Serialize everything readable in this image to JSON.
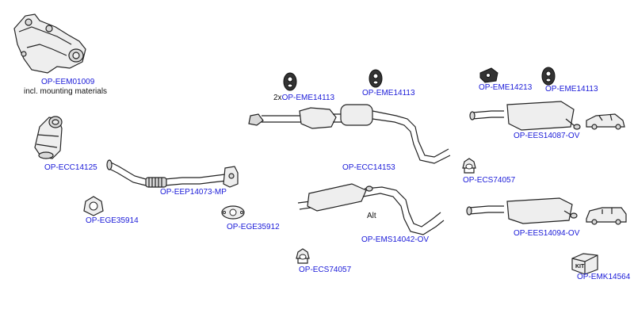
{
  "colors": {
    "code_link": "#1a1ad8",
    "text": "#111111",
    "line": "#222222"
  },
  "parts": {
    "manifold": {
      "code": "OP-EEM01009",
      "note": "incl. mounting materials",
      "icon": "exhaust-manifold-icon"
    },
    "catalyst": {
      "code": "OP-ECC14125",
      "icon": "catalytic-converter-icon"
    },
    "flex_pipe": {
      "code": "OP-EEP14073-MP",
      "icon": "flex-pipe-icon"
    },
    "gasket_1": {
      "code": "OP-EGE35914",
      "icon": "three-bolt-gasket-icon"
    },
    "gasket_2": {
      "code": "OP-EGE35912",
      "icon": "two-bolt-gasket-icon"
    },
    "hanger_1": {
      "prefix": "2x",
      "code": "OP-EME14113",
      "icon": "rubber-hanger-icon"
    },
    "hanger_2": {
      "code": "OP-EME14113",
      "icon": "rubber-hanger-icon"
    },
    "mount_1": {
      "code": "OP-EME14213",
      "icon": "rubber-mount-icon"
    },
    "hanger_3": {
      "code": "OP-EME14113",
      "icon": "rubber-hanger-icon"
    },
    "center_cat": {
      "code": "OP-ECC14153",
      "icon": "center-catalyst-pipe-icon"
    },
    "mid_silencer": {
      "code": "OP-EMS14042-OV",
      "alt_label": "Alt",
      "icon": "middle-silencer-icon"
    },
    "clamp_1": {
      "code": "OP-ECS74057",
      "icon": "pipe-clamp-icon"
    },
    "clamp_2": {
      "code": "OP-ECS74057",
      "icon": "pipe-clamp-icon"
    },
    "rear_silencer_1": {
      "code": "OP-EES14087-OV",
      "icon": "rear-silencer-icon",
      "vehicle": "hatchback-car-icon"
    },
    "rear_silencer_2": {
      "code": "OP-EES14094-OV",
      "icon": "rear-silencer-icon",
      "vehicle": "estate-car-icon"
    },
    "kit": {
      "code": "OP-EMK14564",
      "badge": "KIT",
      "icon": "mounting-kit-box-icon"
    }
  }
}
